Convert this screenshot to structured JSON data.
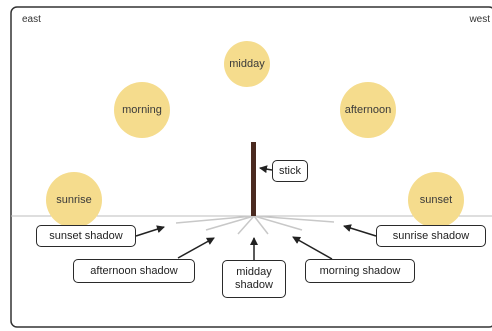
{
  "corners": {
    "left": "east",
    "right": "west"
  },
  "suns": {
    "midday": "midday",
    "morning": "morning",
    "afternoon": "afternoon",
    "sunrise": "sunrise",
    "sunset": "sunset"
  },
  "labels": {
    "stick": "stick",
    "sunset_shadow": "sunset shadow",
    "sunrise_shadow": "sunrise shadow",
    "afternoon_shadow": "afternoon shadow",
    "midday_shadow": "midday\nshadow",
    "morning_shadow": "morning shadow"
  },
  "colors": {
    "sun_fill": "#f5dc8d",
    "stick": "#4a2a20",
    "shadow_lines": "#c8c8c8",
    "ground_line": "#bdbdbd",
    "border": "#333333"
  }
}
